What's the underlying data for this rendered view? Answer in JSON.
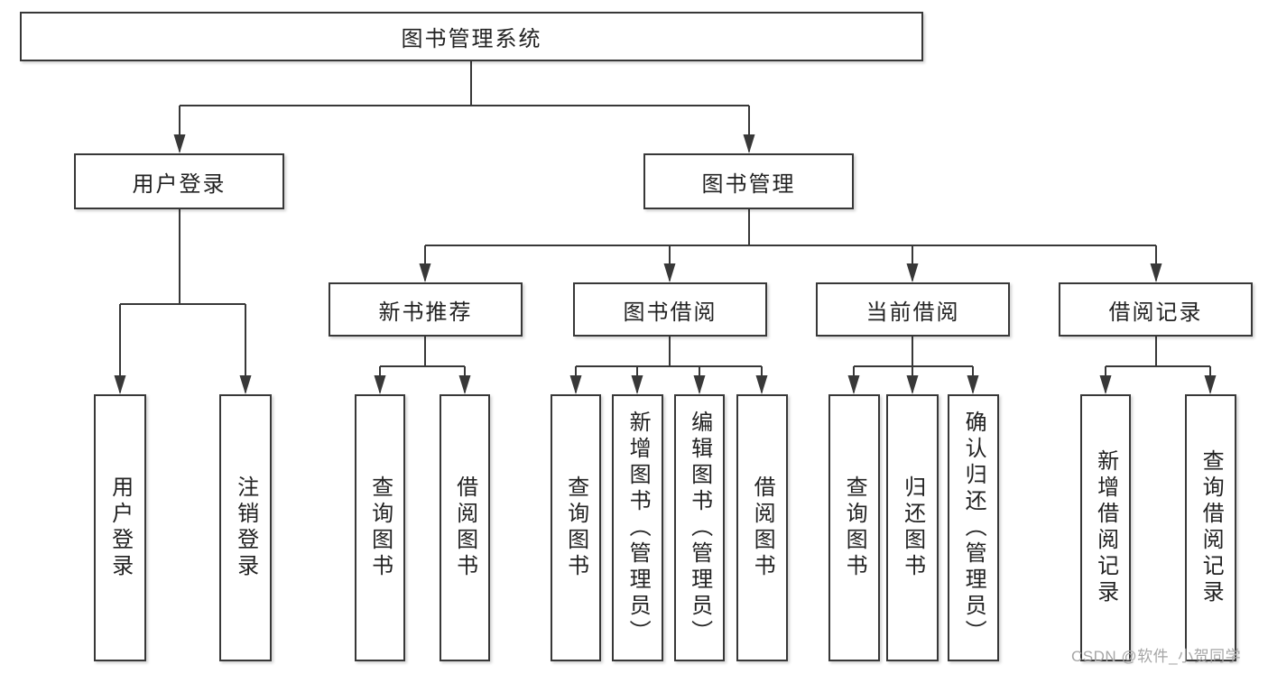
{
  "diagram": {
    "root": {
      "label": "图书管理系统"
    },
    "level2": [
      {
        "label": "用户登录",
        "parent": "图书管理系统"
      },
      {
        "label": "图书管理",
        "parent": "图书管理系统"
      }
    ],
    "level3": [
      {
        "label": "新书推荐",
        "parent": "图书管理"
      },
      {
        "label": "图书借阅",
        "parent": "图书管理"
      },
      {
        "label": "当前借阅",
        "parent": "图书管理"
      },
      {
        "label": "借阅记录",
        "parent": "图书管理"
      }
    ],
    "leaves": [
      {
        "label": "用户登录",
        "parent": "用户登录"
      },
      {
        "label": "注销登录",
        "parent": "用户登录"
      },
      {
        "label": "查询图书",
        "parent": "新书推荐"
      },
      {
        "label": "借阅图书",
        "parent": "新书推荐"
      },
      {
        "label": "查询图书",
        "parent": "图书借阅"
      },
      {
        "label": "新增图书（管理员）",
        "parent": "图书借阅"
      },
      {
        "label": "编辑图书（管理员）",
        "parent": "图书借阅"
      },
      {
        "label": "借阅图书",
        "parent": "图书借阅"
      },
      {
        "label": "查询图书",
        "parent": "当前借阅"
      },
      {
        "label": "归还图书",
        "parent": "当前借阅"
      },
      {
        "label": "确认归还（管理员）",
        "parent": "当前借阅"
      },
      {
        "label": "新增借阅记录",
        "parent": "借阅记录"
      },
      {
        "label": "查询借阅记录",
        "parent": "借阅记录"
      }
    ]
  },
  "watermark": {
    "text": "CSDN @软件_小贺同学"
  },
  "colors": {
    "background": "#ffffff",
    "box_fill": "#ffffff",
    "box_border": "#383838",
    "connector": "#383838",
    "text": "#222222",
    "watermark": "#a6a6a6"
  }
}
